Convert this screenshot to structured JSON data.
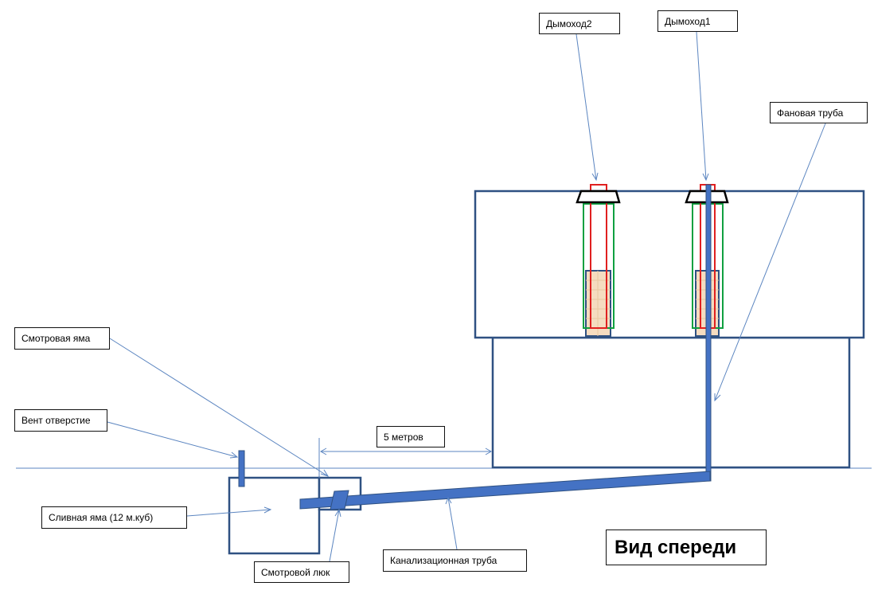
{
  "labels": {
    "chimney2": "Дымоход2",
    "chimney1": "Дымоход1",
    "vent_stack": "Фановая труба",
    "inspection_pit": "Смотровая яма",
    "vent_hole": "Вент отверстие",
    "distance": "5 метров",
    "cesspit": "Сливная яма (12 м.куб)",
    "manhole": "Смотровой люк",
    "sewer_pipe": "Канализационная труба"
  },
  "view_title": "Вид спереди",
  "colors": {
    "outline": "#2f5182",
    "pipe_fill": "#4472c4",
    "pointer": "#5b85c0",
    "chimney_red": "#e02020",
    "chimney_green": "#10a040",
    "cap_black": "#000000",
    "brick": "#f5dcc0"
  }
}
